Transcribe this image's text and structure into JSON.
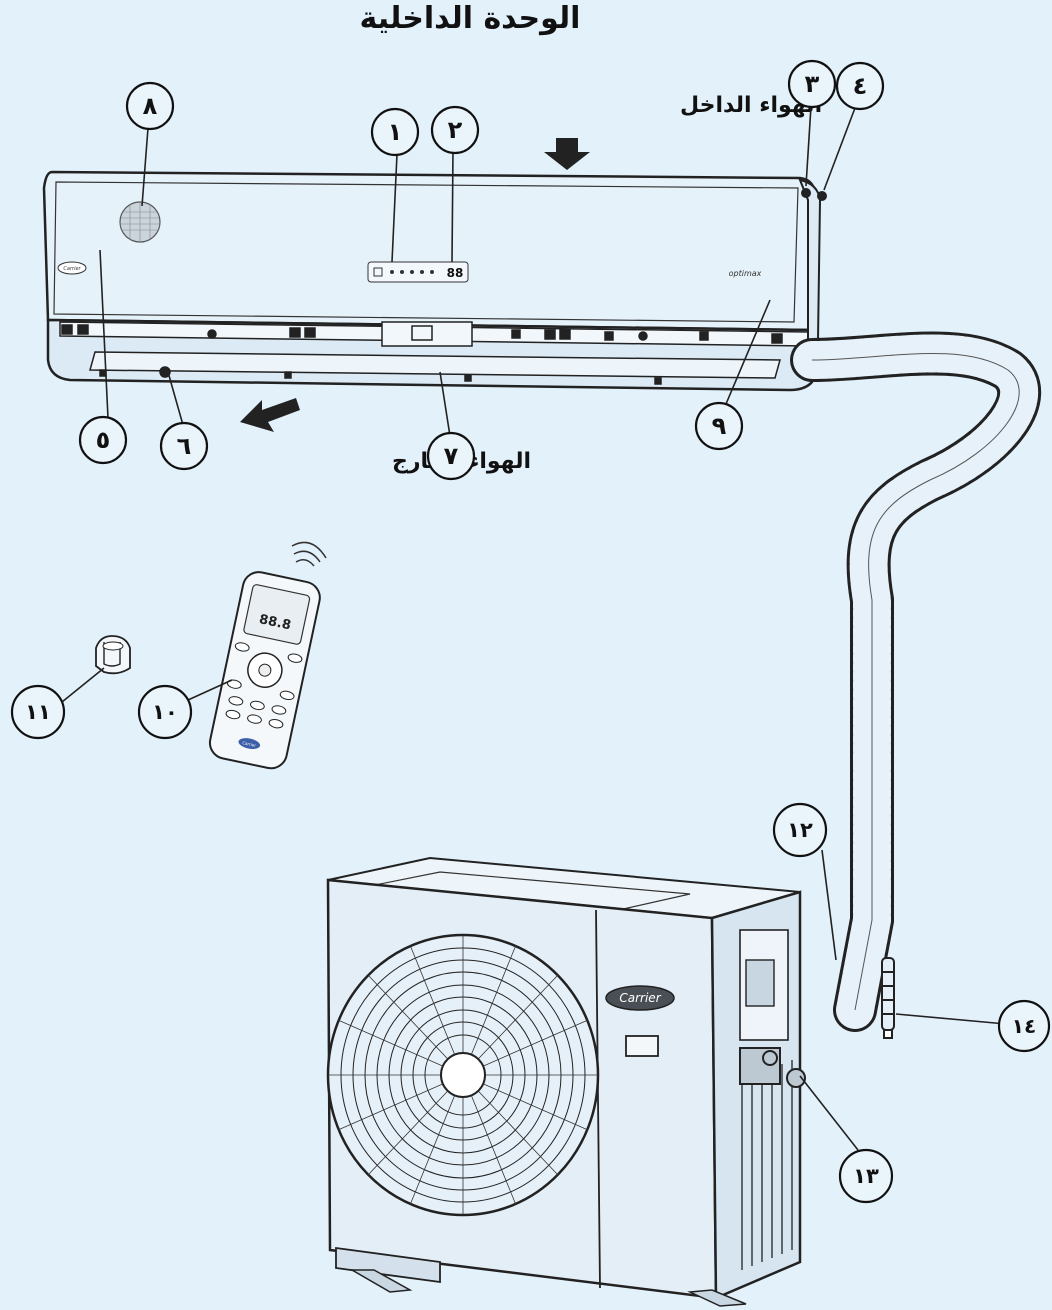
{
  "title": "الوحدة الداخلية",
  "annotations": {
    "air_in": "الهواء الداخل",
    "air_out": "الهواء الخارج"
  },
  "callouts": [
    {
      "id": "1",
      "label": "١"
    },
    {
      "id": "2",
      "label": "٢"
    },
    {
      "id": "3",
      "label": "٣"
    },
    {
      "id": "4",
      "label": "٤"
    },
    {
      "id": "5",
      "label": "٥"
    },
    {
      "id": "6",
      "label": "٦"
    },
    {
      "id": "7",
      "label": "٧"
    },
    {
      "id": "8",
      "label": "٨"
    },
    {
      "id": "9",
      "label": "٩"
    },
    {
      "id": "10",
      "label": "١٠"
    },
    {
      "id": "11",
      "label": "١١"
    },
    {
      "id": "12",
      "label": "١٢"
    },
    {
      "id": "13",
      "label": "١٣"
    },
    {
      "id": "14",
      "label": "١٤"
    }
  ],
  "indoor_unit": {
    "brand_badge": "Carrier",
    "model_badge": "optimax",
    "display_readout": "88"
  },
  "remote": {
    "display_readout": "88.8",
    "brand_badge": "Carrier"
  },
  "outdoor_unit": {
    "brand_badge": "Carrier"
  },
  "colors": {
    "background": "#e3f1fb",
    "line": "#222222",
    "callout_fill": "#eaf4fb"
  }
}
